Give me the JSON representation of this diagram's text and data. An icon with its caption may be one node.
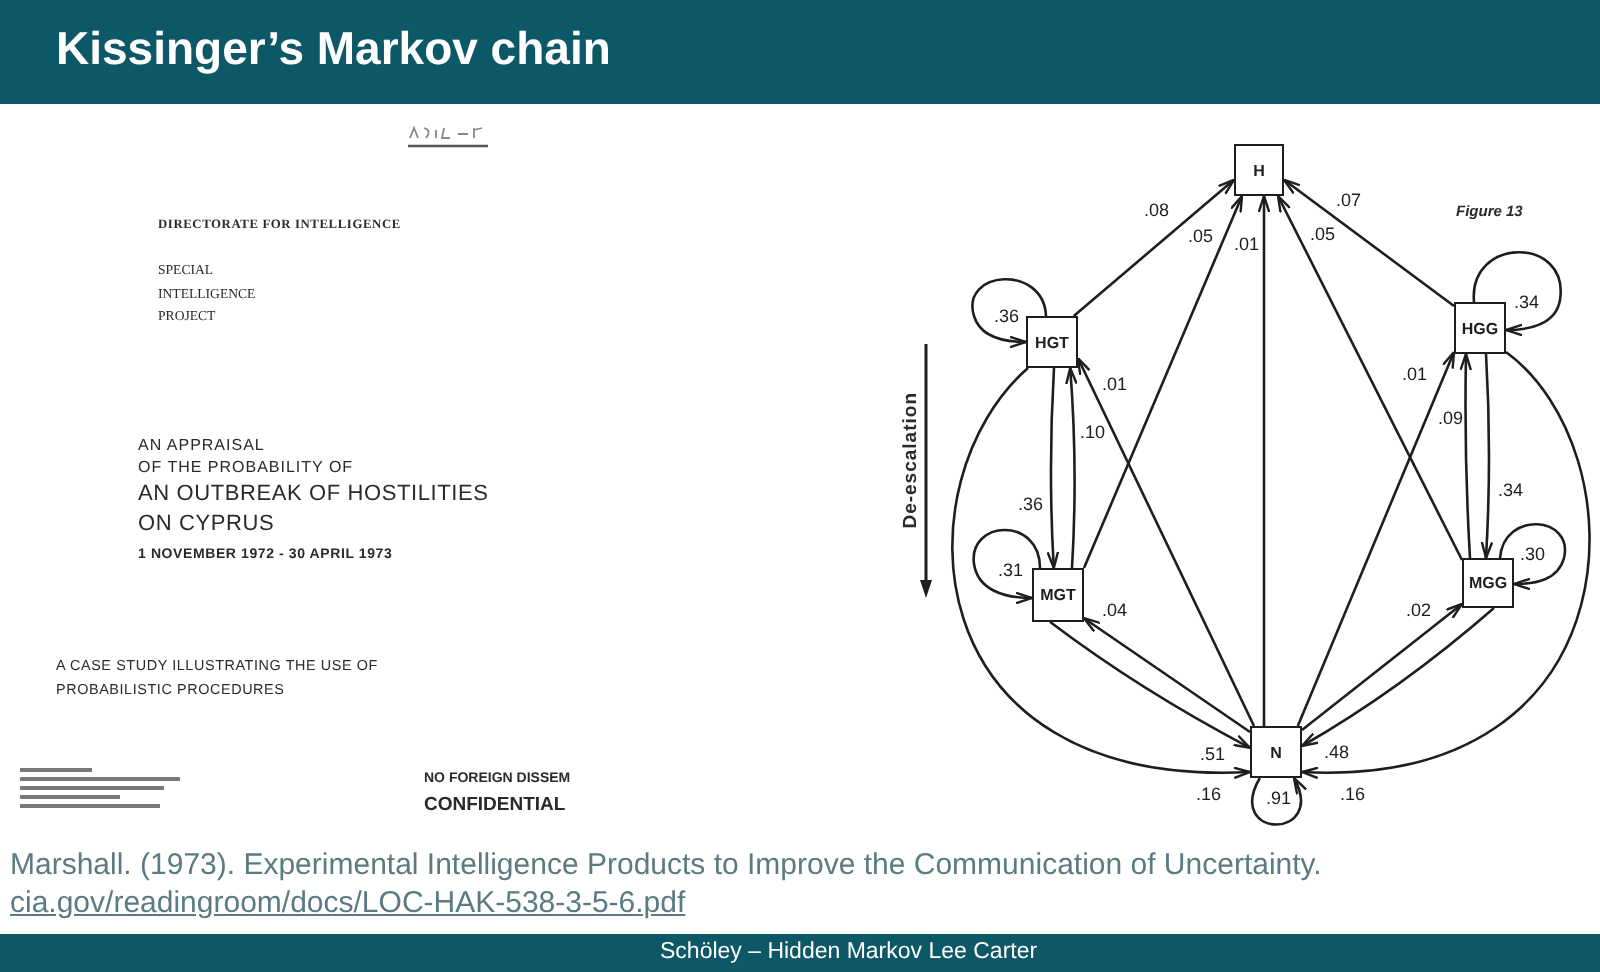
{
  "diagram": {
    "title": "Kissinger’s Markov chain",
    "caption": "Marshall. (1973). Experimental Intelligence Products to Improve the Communication of Uncertainty.",
    "nodes": [
      {
        "text": [
          "H"
        ]
      },
      {
        "text": [
          "HGT"
        ]
      },
      {
        "text": [
          "HGG"
        ]
      },
      {
        "text": [
          "MGT"
        ]
      },
      {
        "text": [
          "MGG"
        ]
      },
      {
        "text": [
          "N"
        ]
      }
    ],
    "edges": [
      {
        "from": 1,
        "to": 0,
        "arrow": "to",
        "label": ".08"
      },
      {
        "from": 1,
        "to": 1,
        "arrow": "to",
        "label": ".36"
      },
      {
        "from": 2,
        "to": 0,
        "arrow": "to",
        "label": ".07"
      },
      {
        "from": 2,
        "to": 2,
        "arrow": "to",
        "label": ".34"
      },
      {
        "from": 3,
        "to": 0,
        "arrow": "to",
        "label": ".05"
      },
      {
        "from": 5,
        "to": 0,
        "arrow": "to",
        "label": ".01"
      },
      {
        "from": 4,
        "to": 0,
        "arrow": "to",
        "label": ".05"
      },
      {
        "from": 1,
        "to": 3,
        "arrow": "to",
        "label": ".36"
      },
      {
        "from": 3,
        "to": 1,
        "arrow": "to",
        "label": ".10"
      },
      {
        "from": 5,
        "to": 1,
        "arrow": "to",
        "label": ".01"
      },
      {
        "from": 2,
        "to": 4,
        "arrow": "to",
        "label": ".34"
      },
      {
        "from": 4,
        "to": 2,
        "arrow": "to",
        "label": ".09"
      },
      {
        "from": 5,
        "to": 2,
        "arrow": "to",
        "label": ".01"
      },
      {
        "from": 3,
        "to": 3,
        "arrow": "to",
        "label": ".31"
      },
      {
        "from": 4,
        "to": 4,
        "arrow": "to",
        "label": ".30"
      },
      {
        "from": 5,
        "to": 3,
        "arrow": "to",
        "label": ".04"
      },
      {
        "from": 3,
        "to": 5,
        "arrow": "to",
        "label": ".51"
      },
      {
        "from": 5,
        "to": 4,
        "arrow": "to",
        "label": ".02"
      },
      {
        "from": 4,
        "to": 5,
        "arrow": "to",
        "label": ".48"
      },
      {
        "from": 1,
        "to": 5,
        "arrow": "to",
        "label": ".16"
      },
      {
        "from": 2,
        "to": 5,
        "arrow": "to",
        "label": ".16"
      },
      {
        "from": 5,
        "to": 5,
        "arrow": "to",
        "label": ".91"
      }
    ],
    "labels": [
      "DIRECTORATE FOR INTELLIGENCE",
      "SPECIAL INTELLIGENCE PROJECT",
      "AN APPRAISAL",
      "OF THE PROBABILITY OF",
      "AN OUTBREAK OF HOSTILITIES ON CYPRUS",
      "1 NOVEMBER 1972 - 30 APRIL 1973",
      "A CASE STUDY ILLUSTRATING THE USE OF PROBABILISTIC PROCEDURES",
      "NO FOREIGN DISSEM",
      "CONFIDENTIAL",
      "Figure 13",
      "De-escalation",
      "cia.gov/readingroom/docs/LOC-HAK-538-3-5-6.pdf",
      "Schöley – Hidden Markov Lee Carter"
    ]
  }
}
